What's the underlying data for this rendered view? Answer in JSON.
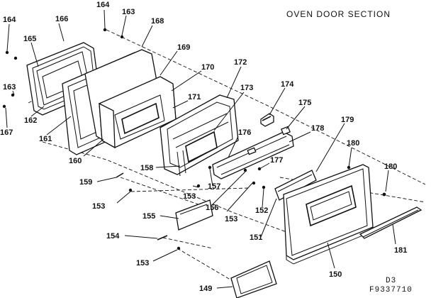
{
  "title": "OVEN DOOR SECTION",
  "footer": {
    "line1": "D3",
    "line2": "F9337710"
  },
  "labels": {
    "l164a": "164",
    "l163a": "163",
    "l166": "166",
    "l168": "168",
    "l164b": "164",
    "l165": "165",
    "l169": "169",
    "l163b": "163",
    "l170": "170",
    "l172": "172",
    "l173": "173",
    "l171": "171",
    "l174": "174",
    "l175": "175",
    "l167": "167",
    "l162": "162",
    "l161": "161",
    "l160": "160",
    "l176": "176",
    "l178": "178",
    "l179": "179",
    "l158": "158",
    "l177": "177",
    "l180a": "180",
    "l180b": "180",
    "l159": "159",
    "l157": "157",
    "l153a": "153",
    "l156": "156",
    "l153b": "153",
    "l152": "152",
    "l155": "155",
    "l153c": "153",
    "l151": "151",
    "l154": "154",
    "l181": "181",
    "l153d": "153",
    "l150": "150",
    "l149": "149"
  }
}
